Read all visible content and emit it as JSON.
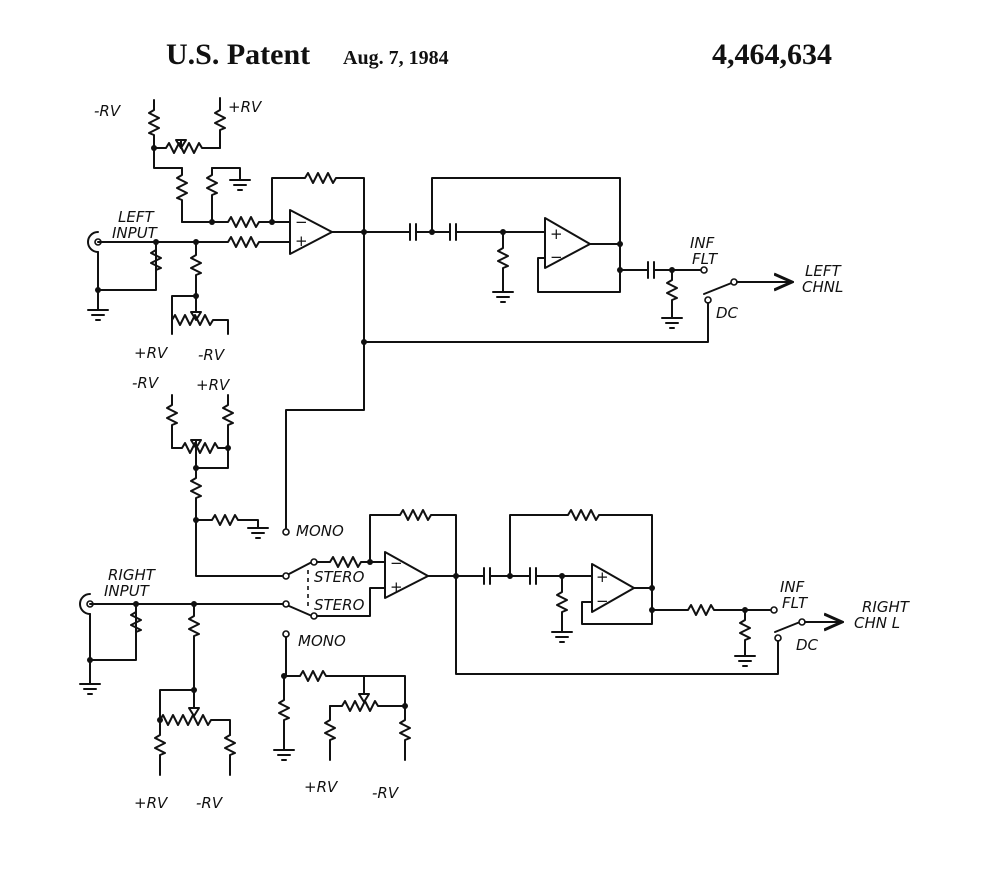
{
  "header": {
    "title": "U.S. Patent",
    "date": "Aug. 7, 1984",
    "patent_number": "4,464,634"
  },
  "labels": {
    "left_minus_rv_top": "-RV",
    "left_plus_rv_top": "+RV",
    "left_input": "LEFT\nINPUT",
    "left_plus_rv_bottom": "+RV",
    "left_minus_rv_bottom": "-RV",
    "middle_minus_rv": "-RV",
    "middle_plus_rv": "+RV",
    "left_inf_flt": "INF\nFLT",
    "left_dc": "DC",
    "left_chnl": "LEFT\nCHNL",
    "mono_top": "MONO",
    "stereo_top": "STERO",
    "stereo_bottom": "STERO",
    "mono_bottom": "MONO",
    "right_input": "RIGHT\nINPUT",
    "right_inf_flt": "INF\nFLT",
    "right_dc": "DC",
    "right_chnl": "RIGHT\nCHN L",
    "right_plus_rv_bottom": "+RV",
    "right_minus_rv_bottom": "-RV",
    "mono_plus_rv": "+RV",
    "mono_minus_rv": "-RV",
    "opamp_plus": "+",
    "opamp_minus": "−"
  }
}
